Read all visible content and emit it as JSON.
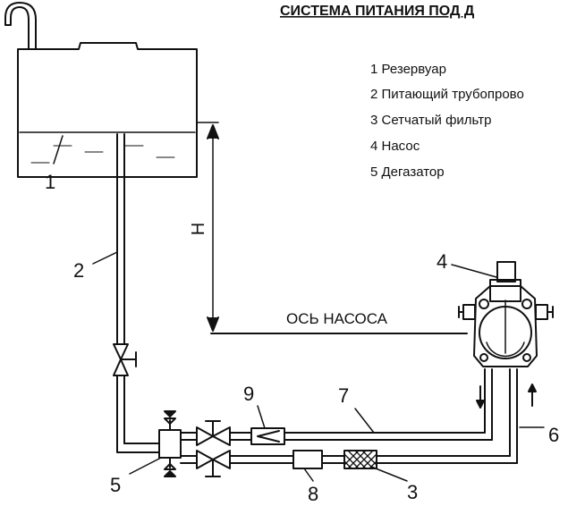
{
  "title": "СИСТЕМА ПИТАНИЯ ПОД Д",
  "legend": [
    "1 Резервуар",
    "2 Питающий трубопрово",
    "3 Сетчатый фильтр",
    "4 Насос",
    "5 Дегазатор"
  ],
  "labels": {
    "n1": "1",
    "n2": "2",
    "n3": "3",
    "n4": "4",
    "n5": "5",
    "n6": "6",
    "n7": "7",
    "n8": "8",
    "n9": "9",
    "height": "H",
    "pump_axis": "ОСЬ НАСОСА"
  },
  "colors": {
    "line": "#111111",
    "background": "#ffffff"
  }
}
